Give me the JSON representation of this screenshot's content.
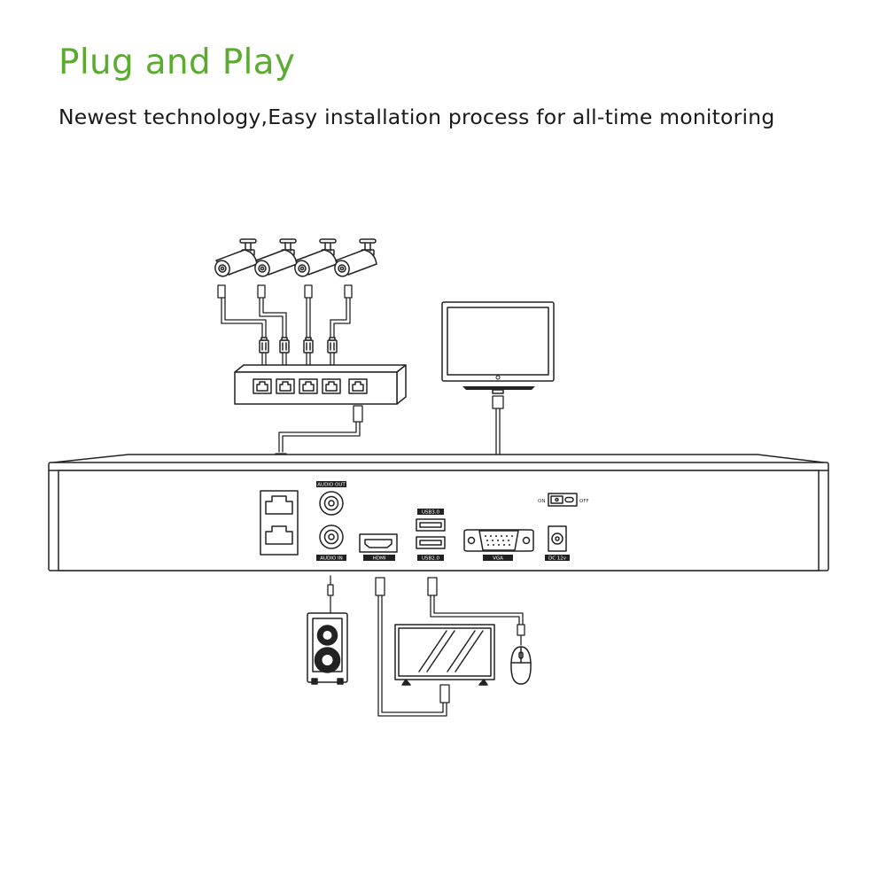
{
  "header": {
    "title": "Plug and Play",
    "subtitle": "Newest technology,Easy installation process for all-time monitoring"
  },
  "colors": {
    "title": "#5aab2e",
    "text": "#1a1a1a",
    "line": "#222222"
  },
  "nvr": {
    "audio_out_label": "AUDIO OUT",
    "audio_in_label": "AUDIO IN",
    "hdmi_label": "HDMI",
    "usb3_label": "USB3.0",
    "usb2_label": "USB2.0",
    "vga_label": "VGA",
    "dc_label": "DC 12v",
    "switch_on_label": "ON",
    "switch_off_label": "OFF"
  }
}
